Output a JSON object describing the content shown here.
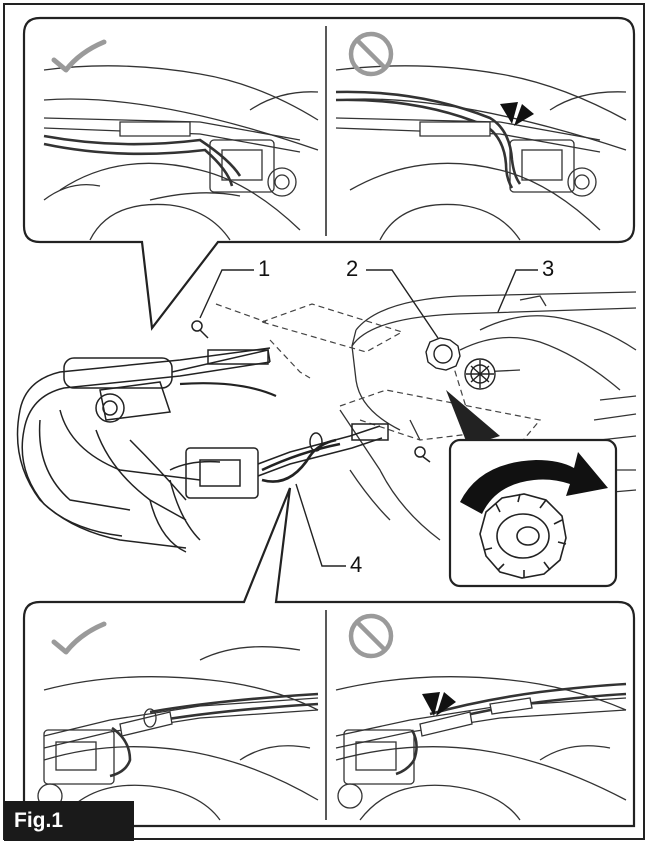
{
  "figure": {
    "label": "Fig.1",
    "callouts": [
      {
        "id": "1",
        "text": "1"
      },
      {
        "id": "2",
        "text": "2"
      },
      {
        "id": "3",
        "text": "3"
      },
      {
        "id": "4",
        "text": "4"
      }
    ],
    "panels": [
      {
        "name": "top-correct",
        "status": "correct",
        "icon": "checkmark-icon"
      },
      {
        "name": "top-incorrect",
        "status": "incorrect",
        "icon": "prohibited-icon"
      },
      {
        "name": "bottom-correct",
        "status": "correct",
        "icon": "checkmark-icon"
      },
      {
        "name": "bottom-incorrect",
        "status": "incorrect",
        "icon": "prohibited-icon"
      }
    ],
    "colors": {
      "line": "#222222",
      "icon_gray": "#9a9a9a",
      "label_bg": "#1a1a1a",
      "label_text": "#ffffff"
    }
  }
}
